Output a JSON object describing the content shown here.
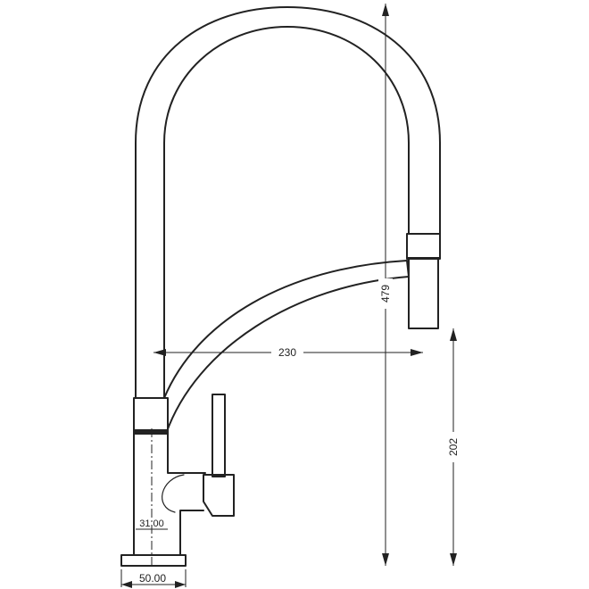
{
  "drawing": {
    "subject": "pull-down kitchen faucet technical drawing",
    "stroke_color": "#222222",
    "background": "#ffffff"
  },
  "dimensions": {
    "height_total": "479",
    "spout_reach": "230",
    "spout_height": "202",
    "base_width": "50.00",
    "body_width": "31.00"
  }
}
